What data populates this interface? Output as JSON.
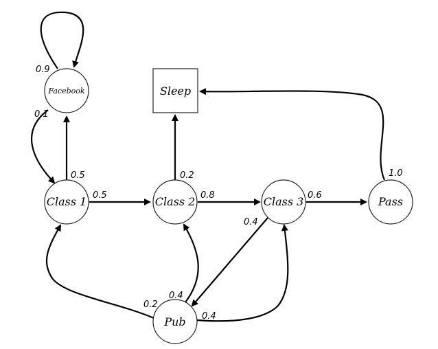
{
  "nodes": {
    "facebook": "Facebook",
    "sleep": "Sleep",
    "class1": "Class 1",
    "class2": "Class 2",
    "class3": "Class 3",
    "pass": "Pass",
    "pub": "Pub"
  },
  "edges": {
    "facebook_self": "0.9",
    "facebook_to_class1": "0.1",
    "class1_to_facebook": "0.5",
    "class1_to_class2": "0.5",
    "class2_to_sleep": "0.2",
    "class2_to_class3": "0.8",
    "class3_to_pass": "0.6",
    "class3_to_pub": "0.4",
    "pass_to_sleep": "1.0",
    "pub_to_class1": "0.2",
    "pub_to_class2": "0.4",
    "pub_to_class3": "0.4"
  }
}
